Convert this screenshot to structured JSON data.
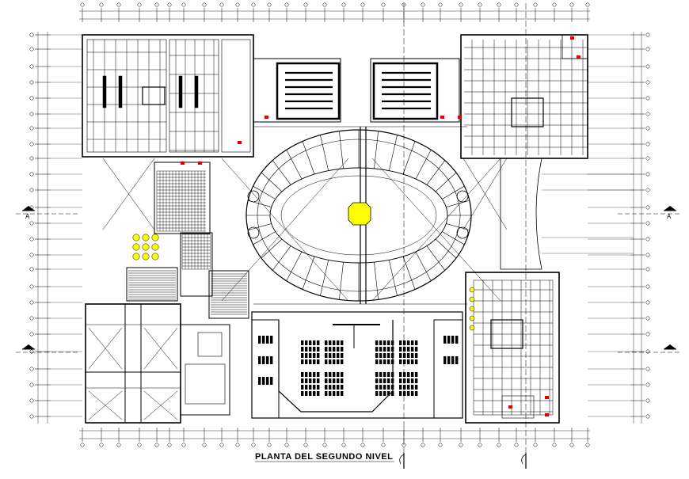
{
  "drawing": {
    "title": "PLANTA  DEL SEGUNDO NIVEL",
    "section_marks": {
      "left": "A",
      "right": "A"
    },
    "colors": {
      "ink": "#000000",
      "highlight_yellow": "#ffff00",
      "accent_red": "#e00000",
      "background": "#ffffff"
    },
    "icons": [
      "section-cut-marker-icon",
      "north-arrow-icon",
      "grid-bubble-icon",
      "stair-icon"
    ]
  }
}
